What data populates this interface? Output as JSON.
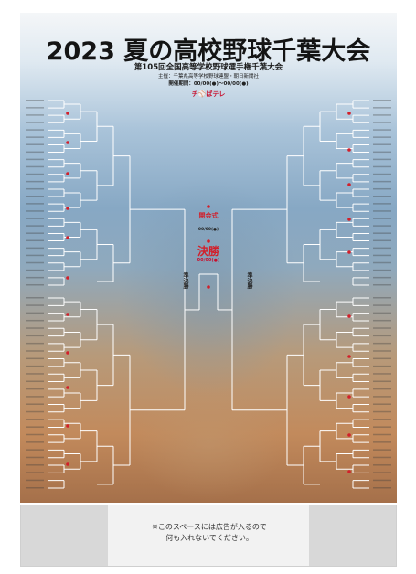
{
  "poster": {
    "title": "2023 夏の高校野球千葉大会",
    "subtitle": "第105回全国高等学校野球選手権千葉大会",
    "organizer": "主催：千葉県高等学校野球連盟・朝日新聞社",
    "period": "開催期間：00/00(●)～00/00(●)",
    "broadcaster": "チ⚾ばテレ",
    "opening_ceremony": "開会式",
    "opening_date": "00/00(●)",
    "final_title": "決勝",
    "final_date": "00/00(●)",
    "semifinal_left": "準決勝",
    "semifinal_right": "準決勝"
  },
  "ad": {
    "note_line1": "※このスペースには広告が入るので",
    "note_line2": "何も入れないでください。"
  },
  "colors": {
    "title": "#141414",
    "accent_red": "#d21f2a",
    "bracket_line": "#ffffff"
  }
}
